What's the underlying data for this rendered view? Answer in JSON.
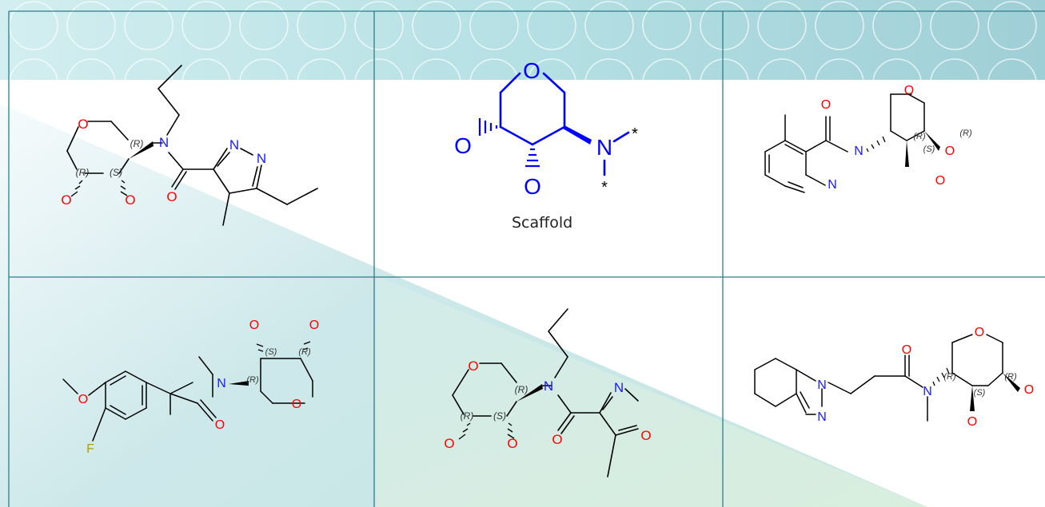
{
  "grid": {
    "rows": 2,
    "cols": 3
  },
  "scaffold": {
    "caption": "Scaffold",
    "atoms": {
      "o_ring": "O",
      "o_left": "O",
      "o_bottom": "O",
      "n": "N",
      "star_right": "*",
      "star_bottom": "*"
    }
  },
  "molecules": [
    {
      "id": "mol-1",
      "atoms": {
        "o_ring": "O",
        "n_amide": "N",
        "o_carbonyl": "O",
        "o_oh_left": "O",
        "o_oh_right": "O",
        "n_pyr1": "N",
        "n_pyr2": "N"
      },
      "stereo": {
        "s1": "(R)",
        "s2": "(R)",
        "s3": "(S)"
      }
    },
    {
      "id": "mol-3",
      "atoms": {
        "o_carbonyl": "O",
        "n_amide": "N",
        "n_pyridine": "N",
        "o_ring": "O",
        "o_oh_1": "O",
        "o_oh_2": "O"
      },
      "stereo": {
        "s1": "(R)",
        "s2": "(S)",
        "s3": "(R)"
      }
    },
    {
      "id": "mol-4",
      "atoms": {
        "o_methoxy": "O",
        "f": "F",
        "o_carbonyl": "O",
        "n_amide": "N",
        "o_ring": "O",
        "o_oh_1": "O",
        "o_oh_2": "O"
      },
      "stereo": {
        "s1": "(R)",
        "s2": "(S)",
        "s3": "(R)"
      }
    },
    {
      "id": "mol-5",
      "atoms": {
        "o_ring": "O",
        "n_amide": "N",
        "o_carbonyl": "O",
        "o_oh_left": "O",
        "o_oh_right": "O",
        "n_oxazole": "N",
        "o_oxazole": "O"
      },
      "stereo": {
        "s1": "(R)",
        "s2": "(R)",
        "s3": "(S)"
      }
    },
    {
      "id": "mol-6",
      "atoms": {
        "n_indazole1": "N",
        "n_indazole2": "N",
        "o_carbonyl": "O",
        "n_amide": "N",
        "o_ring": "O",
        "o_oh_1": "O",
        "o_oh_2": "O"
      },
      "stereo": {
        "s1": "(R)",
        "s2": "(S)",
        "s3": "(R)"
      }
    }
  ],
  "colors": {
    "line": "#2e7d8c",
    "bond": "#000000",
    "oxygen": "#ff0000",
    "nitrogen": "#1a1aff",
    "fluorine": "#b3a000",
    "scaffold": "#0000ff",
    "header_band": "#b9e2e6"
  }
}
